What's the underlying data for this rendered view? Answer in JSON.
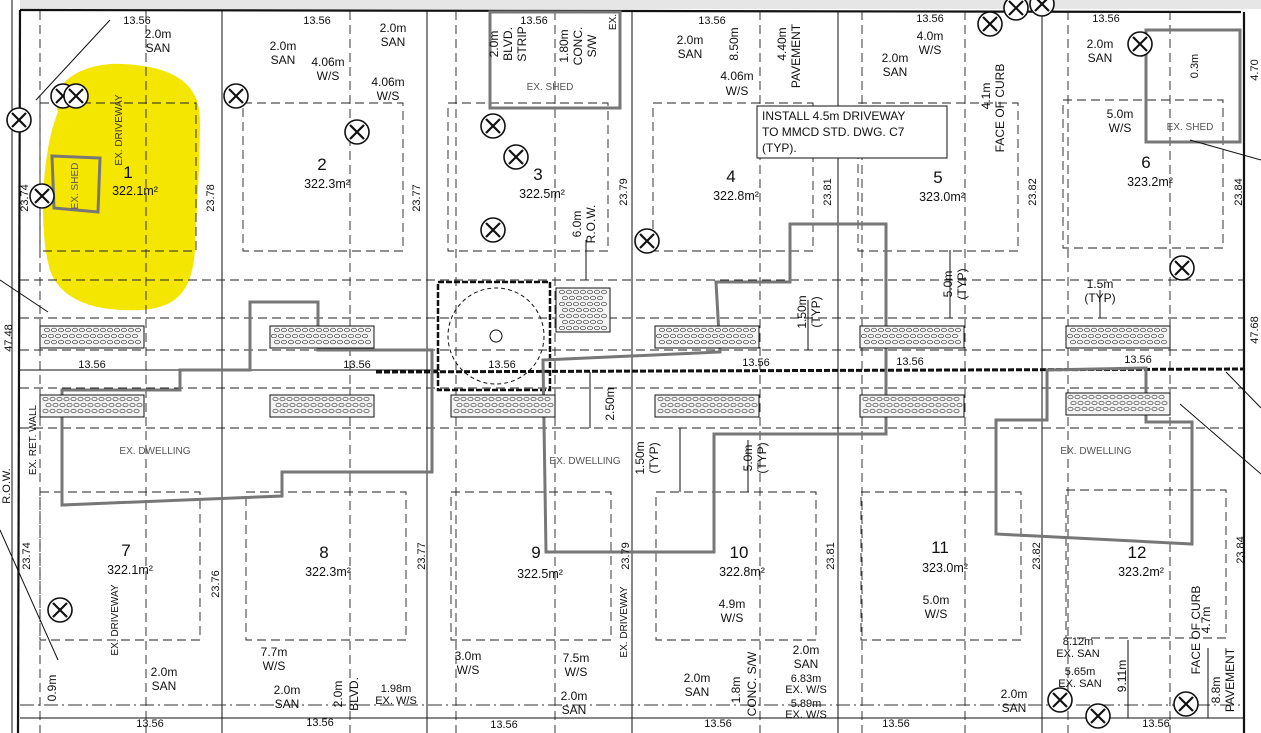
{
  "colors": {
    "highlight": "#f5e600",
    "ink": "#111111",
    "gray_outline": "#777777",
    "background": "#ffffff"
  },
  "lots": [
    {
      "num": "1",
      "area": "322.1m²",
      "depth": "23.78"
    },
    {
      "num": "2",
      "area": "322.3m²",
      "depth": "23.77"
    },
    {
      "num": "3",
      "area": "322.5m²",
      "depth": "23.79"
    },
    {
      "num": "4",
      "area": "322.8m²",
      "depth": "23.81"
    },
    {
      "num": "5",
      "area": "323.0m²",
      "depth": "23.82"
    },
    {
      "num": "6",
      "area": "323.2m²",
      "depth": "23.84"
    },
    {
      "num": "7",
      "area": "322.1m²",
      "depth": "23.76"
    },
    {
      "num": "8",
      "area": "322.3m²",
      "depth": "23.77"
    },
    {
      "num": "9",
      "area": "322.5m²",
      "depth": "23.79"
    },
    {
      "num": "10",
      "area": "322.8m²",
      "depth": "23.81"
    },
    {
      "num": "11",
      "area": "323.0m²",
      "depth": "23.82"
    },
    {
      "num": "12",
      "area": "323.2m²",
      "depth": "23.84"
    }
  ],
  "edge_depths": {
    "left_top": "23.74",
    "left_bottom": "23.74",
    "left_total": "47.48",
    "right_total": "47.68"
  },
  "frontage": "13.56",
  "annotations": {
    "row": "R.O.W.",
    "ret_wall": "EX. RET. WALL",
    "ex_driveway": "EX. DRIVEWAY",
    "ex_driveway_lower": "EX. DRIVEWAY",
    "ex_driveway_lower2": "EX. DRIVEWAY",
    "ex_shed_1": "EX. SHED",
    "ex_shed_3": "EX. SHED",
    "ex_shed_6": "EX. SHED",
    "ex_dwelling_left": "EX. DWELLING",
    "ex_dwelling_mid": "EX. DWELLING",
    "ex_dwelling_right": "EX. DWELLING",
    "install_note": [
      "INSTALL 4.5m DRIVEWAY",
      "TO MMCD STD. DWG. C7",
      "(TYP)."
    ],
    "face_of_curb": "FACE OF CURB",
    "pavement": "PAVEMENT"
  },
  "top_dims": {
    "san_1": "2.0m",
    "san_1b": "SAN",
    "san_2": "2.0m",
    "san_2b": "SAN",
    "ws_2": "4.06m",
    "ws_2b": "W/S",
    "san_3": "2.0m",
    "san_3b": "SAN",
    "ws_3": "4.06m",
    "ws_3b": "W/S",
    "blvd_strip": "2.0m",
    "blvd_strip_b": "BLVD.",
    "blvd_strip_c": "STRIP",
    "conc_sw": "1.80m",
    "conc_sw_b": "CONC.",
    "conc_sw_c": "S/W",
    "ex_top": "EX.",
    "san_4": "2.0m",
    "san_4b": "SAN",
    "pav_1": "8.50m",
    "pav_1b": "4.40m",
    "pav_1c": "PAVEMENT",
    "ws_4": "4.06m",
    "ws_4b": "W/S",
    "ws_5": "4.0m",
    "ws_5b": "W/S",
    "san_5": "2.0m",
    "san_5b": "SAN",
    "curb_1": "4.1m",
    "curb_1b": "FACE OF CURB",
    "san_6": "2.0m",
    "san_6b": "SAN",
    "ws_6": "5.0m",
    "ws_6b": "W/S",
    "gap_6": "0.3m",
    "far_right": "4.70"
  },
  "mid_dims": {
    "row_6": "6.0m",
    "row_6b": "R.O.W.",
    "typ_150": "1.50m",
    "typ_150b": "(TYP)",
    "typ_50": "5.0m",
    "typ_50b": "(TYP)",
    "typ_15": "1.5m",
    "typ_15b": "(TYP)",
    "gap_250": "2.50m",
    "typ_150_low": "1.50m",
    "typ_150_lowb": "(TYP)",
    "typ_50_low": "5.0m",
    "typ_50_lowb": "(TYP)"
  },
  "bottom_dims": {
    "d_09": "0.9m",
    "san_7": "2.0m",
    "san_7b": "SAN",
    "ws_7": "7.7m",
    "ws_7b": "W/S",
    "san_8": "2.0m",
    "san_8b": "SAN",
    "blvd_8": "2.0m",
    "blvd_8b": "BLVD.",
    "ws_198": "1.98m",
    "ws_198b": "EX. W/S",
    "ws_9": "3.0m",
    "ws_9b": "W/S",
    "ws_9c": "7.5m",
    "ws_9d": "W/S",
    "san_9": "2.0m",
    "san_9b": "SAN",
    "ws_10": "4.9m",
    "ws_10b": "W/S",
    "san_10": "2.0m",
    "san_10b": "SAN",
    "conc_18": "1.8m",
    "conc_18b": "CONC. S/W",
    "san_10c": "2.0m",
    "san_10d": "SAN",
    "ws_683": "6.83m",
    "ws_683b": "EX. W/S",
    "ws_589": "5.89m",
    "ws_589b": "EX. W/S",
    "ws_11": "5.0m",
    "ws_11b": "W/S",
    "san_812": "8.12m",
    "san_812b": "EX. SAN",
    "san_565": "5.65m",
    "san_565b": "EX. SAN",
    "san_12": "2.0m",
    "san_12b": "SAN",
    "d_911": "9.11m",
    "curb_47": "4.7m",
    "curb_47b": "FACE OF CURB",
    "pav_88": "8.8m",
    "pav_88b": "PAVEMENT"
  }
}
